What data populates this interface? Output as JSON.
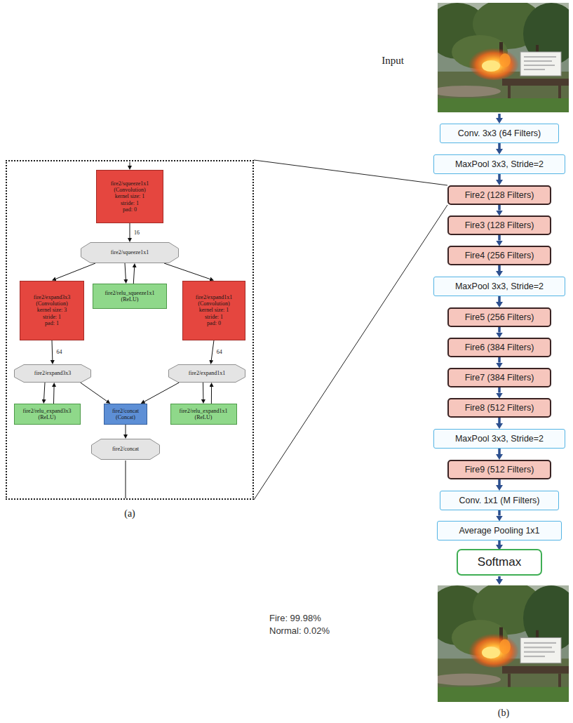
{
  "diagram": {
    "nodes": [
      {
        "text": [
          "(a)"
        ]
      },
      {
        "text": [
          "fire2/squeeze1x1",
          "(Convolution)",
          "kernel size: 1",
          "stride: 1",
          "pad: 0"
        ],
        "in": 0
      },
      {
        "text": [
          "fire2/squeeze1x1"
        ],
        "in": 0
      },
      {
        "text": [
          "fire2/expand3x3",
          "(Convolution)",
          "kernel size: 3",
          "stride: 1",
          "pad: 1"
        ],
        "in": 0
      },
      {
        "text": [
          "fire2/relu_squeeze1x1",
          "(ReLU)"
        ],
        "in": 0
      },
      {
        "text": [
          "fire2/expand1x1",
          "(Convolution)",
          "kernel size: 1",
          "stride: 1",
          "pad: 0"
        ],
        "in": 0
      },
      {
        "text": [
          "fire2/expand3x3"
        ],
        "in": 0
      },
      {
        "text": [
          "fire2/expand1x1"
        ],
        "in": 0
      },
      {
        "text": [
          "fire2/relu_expand3x3",
          "(ReLU)"
        ],
        "in": 0
      },
      {
        "text": [
          "fire2/concat",
          "(Concat)"
        ],
        "in": 0
      },
      {
        "text": [
          "fire2/relu_expand1x1",
          "(ReLU)"
        ],
        "in": 0
      },
      {
        "text": [
          "fire2/concat"
        ],
        "in": 0
      },
      {
        "text": [
          "Conv. 3x3 (64 Filters)"
        ]
      },
      {
        "text": [
          "MaxPool 3x3, Stride=2"
        ]
      },
      {
        "text": [
          "Fire2 (128 Filters)"
        ]
      },
      {
        "text": [
          "Fire3 (128 Filters)"
        ]
      },
      {
        "text": [
          "Fire4 (256 Filters)"
        ]
      },
      {
        "text": [
          "MaxPool 3x3, Stride=2"
        ]
      },
      {
        "text": [
          "Fire5 (256 Filters)"
        ]
      },
      {
        "text": [
          "Fire6 (384 Filters)"
        ]
      },
      {
        "text": [
          "Fire7 (384 Filters)"
        ]
      },
      {
        "text": [
          "Fire8 (512 Filters)"
        ]
      },
      {
        "text": [
          "MaxPool 3x3, Stride=2"
        ]
      },
      {
        "text": [
          "Fire9 (512 Filters)"
        ]
      },
      {
        "text": [
          "Conv. 1x1 (M Filters)"
        ]
      },
      {
        "text": [
          "Average Pooling 1x1"
        ]
      },
      {
        "text": [
          "Softmax"
        ]
      }
    ],
    "edges": [
      {
        "from": 1,
        "to": 2,
        "arrow": "to",
        "label": "16"
      },
      {
        "from": 2,
        "to": 4,
        "arrow": "to"
      },
      {
        "from": 4,
        "to": 2,
        "arrow": "to"
      },
      {
        "from": 2,
        "to": 3,
        "arrow": "to"
      },
      {
        "from": 2,
        "to": 5,
        "arrow": "to"
      },
      {
        "from": 3,
        "to": 6,
        "arrow": "to",
        "label": "64"
      },
      {
        "from": 5,
        "to": 7,
        "arrow": "to",
        "label": "64"
      },
      {
        "from": 6,
        "to": 8,
        "arrow": "to"
      },
      {
        "from": 8,
        "to": 6,
        "arrow": "to"
      },
      {
        "from": 7,
        "to": 10,
        "arrow": "to"
      },
      {
        "from": 10,
        "to": 7,
        "arrow": "to"
      },
      {
        "from": 6,
        "to": 9,
        "arrow": "to"
      },
      {
        "from": 7,
        "to": 9,
        "arrow": "to"
      },
      {
        "from": 9,
        "to": 11,
        "arrow": "to"
      },
      {
        "from": 12,
        "to": 13,
        "arrow": "to"
      },
      {
        "from": 13,
        "to": 14,
        "arrow": "to"
      },
      {
        "from": 14,
        "to": 15,
        "arrow": "to"
      },
      {
        "from": 15,
        "to": 16,
        "arrow": "to"
      },
      {
        "from": 16,
        "to": 17,
        "arrow": "to"
      },
      {
        "from": 17,
        "to": 18,
        "arrow": "to"
      },
      {
        "from": 18,
        "to": 19,
        "arrow": "to"
      },
      {
        "from": 19,
        "to": 20,
        "arrow": "to"
      },
      {
        "from": 20,
        "to": 21,
        "arrow": "to"
      },
      {
        "from": 21,
        "to": 22,
        "arrow": "to"
      },
      {
        "from": 22,
        "to": 23,
        "arrow": "to"
      },
      {
        "from": 23,
        "to": 24,
        "arrow": "to"
      },
      {
        "from": 24,
        "to": 25,
        "arrow": "to"
      },
      {
        "from": 25,
        "to": 26,
        "arrow": "to"
      },
      {
        "from": 0,
        "to": 14,
        "arrow": "none"
      },
      {
        "from": 0,
        "to": 14,
        "arrow": "none"
      }
    ],
    "labels": [
      "Input",
      "Fire: 99.98%",
      "Normal: 0.02%",
      "(b)"
    ]
  }
}
